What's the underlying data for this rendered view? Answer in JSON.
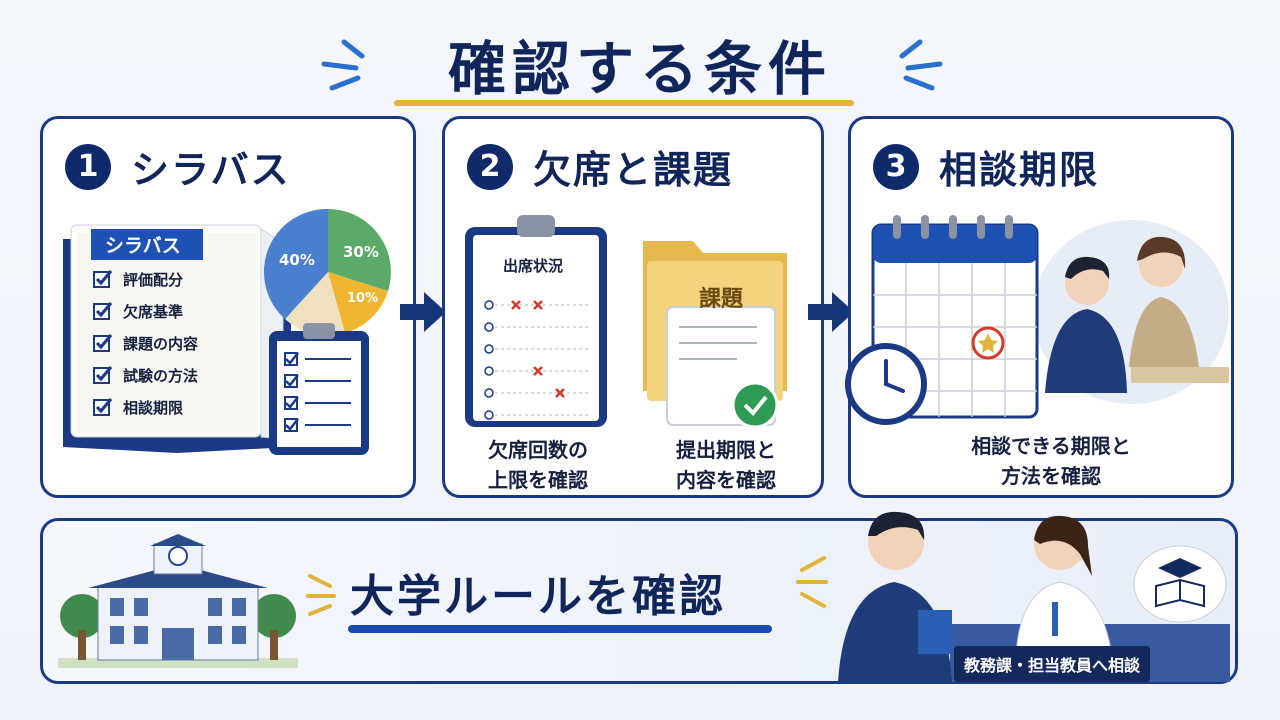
{
  "title": "確認する条件",
  "cards": [
    {
      "number": "1",
      "title": "シラバス",
      "syllabus_header": "シラバス",
      "checklist": [
        "評価配分",
        "欠席基準",
        "課題の内容",
        "試験の方法",
        "相談期限"
      ],
      "pie_labels": [
        "40%",
        "30%",
        "10%"
      ]
    },
    {
      "number": "2",
      "title": "欠席と課題",
      "attendance_header": "出席状況",
      "folder_label": "課題",
      "caption_left": [
        "欠席回数の",
        "上限を確認"
      ],
      "caption_right": [
        "提出期限と",
        "内容を確認"
      ]
    },
    {
      "number": "3",
      "title": "相談期限",
      "caption": [
        "相談できる期限と",
        "方法を確認"
      ]
    }
  ],
  "bottom": {
    "title": "大学ルールを確認",
    "counsel_label": "教務課・担当教員へ相談"
  },
  "colors": {
    "navy": "#102559",
    "accent_gold": "#e0b43a",
    "blue": "#1b3a86"
  }
}
